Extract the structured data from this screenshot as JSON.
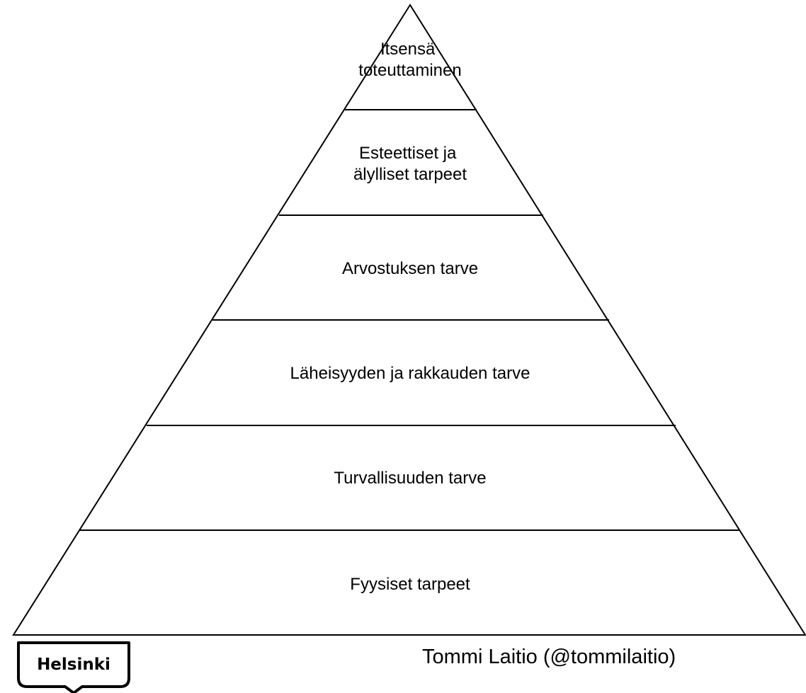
{
  "pyramid": {
    "levels": [
      {
        "lines": [
          "Itsensä",
          "toteuttaminen"
        ]
      },
      {
        "lines": [
          "Esteettiset ja",
          "älylliset tarpeet"
        ]
      },
      {
        "lines": [
          "Arvostuksen tarve"
        ]
      },
      {
        "lines": [
          "Läheisyyden ja rakkauden tarve"
        ]
      },
      {
        "lines": [
          "Turvallisuuden tarve"
        ]
      },
      {
        "lines": [
          "Fyysiset tarpeet"
        ]
      }
    ]
  },
  "logo": {
    "text": "Helsinki"
  },
  "footer": {
    "author": "Tommi Laitio (@tommilaitio)"
  },
  "colors": {
    "stroke": "#000000",
    "background": "#ffffff"
  }
}
